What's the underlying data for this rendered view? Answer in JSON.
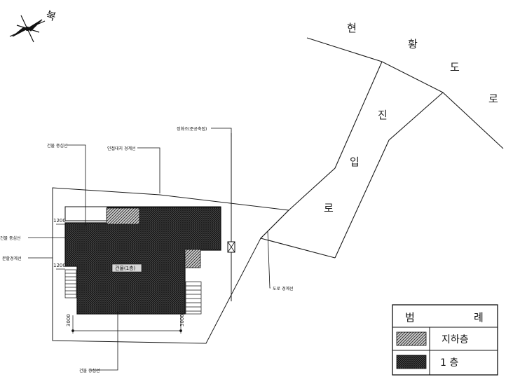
{
  "north_arrow": {
    "label": "북"
  },
  "road_existing": {
    "chars": [
      "현",
      "황",
      "도",
      "로"
    ]
  },
  "road_access": {
    "chars": [
      "진",
      "입",
      "로"
    ]
  },
  "callouts": {
    "building_centerline_top": "건물 중심선",
    "adjacent_land_boundary": "인접대지 경계선",
    "septic_tank": "정화조(준공축접)",
    "building_centerline_left": "건물 중심선",
    "site_boundary_left": "분할경계선",
    "road_boundary": "도로 경계선",
    "building_centerline_bottom": "건물 중심선"
  },
  "dimensions": {
    "setback_top": "1200",
    "setback_left": "1200",
    "stair_left": "3000",
    "stair_right": "3000"
  },
  "building_label": "건물(1층)",
  "legend": {
    "title_left": "범",
    "title_right": "례",
    "items": [
      {
        "label": "지하층",
        "swatch": "diagonal-hatch"
      },
      {
        "label": "1 층",
        "swatch": "cross-hatch"
      }
    ]
  },
  "colors": {
    "line": "#1a1a1a",
    "hatch_dark": "#333333",
    "background": "#ffffff"
  }
}
